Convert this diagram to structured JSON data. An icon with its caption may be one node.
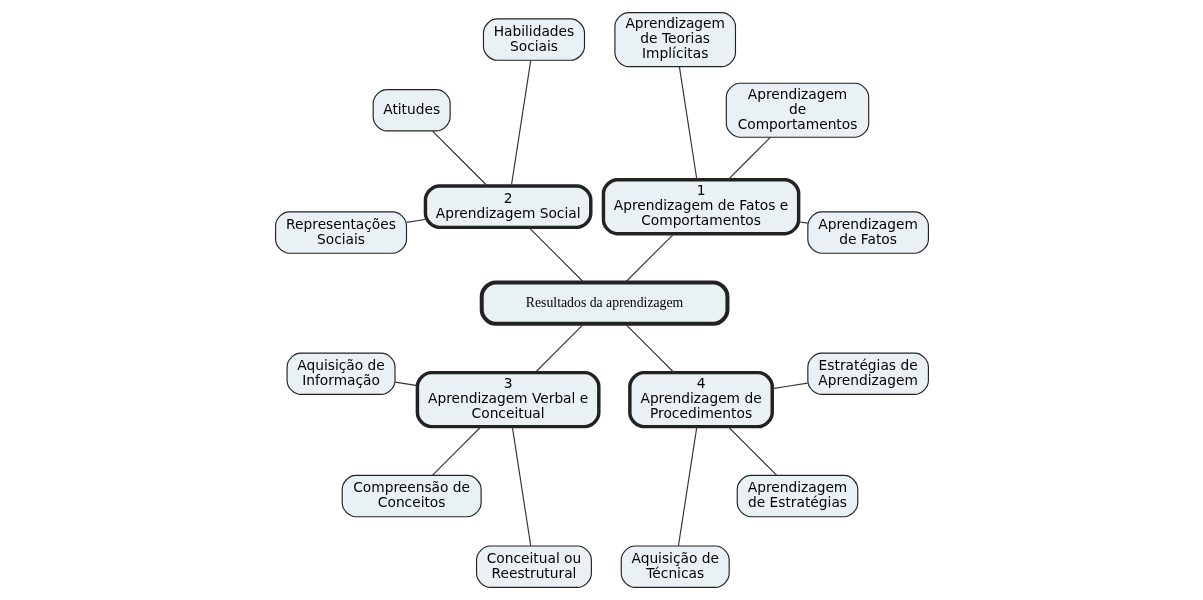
{
  "diagram": {
    "nodes": [
      {
        "text": [
          "Resultados da aprendizagem"
        ]
      },
      {
        "text": [
          "1",
          "Aprendizagem de Fatos e Comportamentos"
        ]
      },
      {
        "text": [
          "2",
          "Aprendizagem Social"
        ]
      },
      {
        "text": [
          "3",
          "Aprendizagem Verbal e Conceitual"
        ]
      },
      {
        "text": [
          "4",
          "Aprendizagem de Procedimentos"
        ]
      },
      {
        "text": [
          "Aprendizagem de Fatos"
        ]
      },
      {
        "text": [
          "Aprendizagem de Comportamentos"
        ]
      },
      {
        "text": [
          "Aprendizagem de Teorias Implícitas"
        ]
      },
      {
        "text": [
          "Habilidades Sociais"
        ]
      },
      {
        "text": [
          "Atitudes"
        ]
      },
      {
        "text": [
          "Representações Sociais"
        ]
      },
      {
        "text": [
          "Aquisição de Informação"
        ]
      },
      {
        "text": [
          "Compreensão de Conceitos"
        ]
      },
      {
        "text": [
          "Conceitual ou Reestrutural"
        ]
      },
      {
        "text": [
          "Aquisição de Técnicas"
        ]
      },
      {
        "text": [
          "Aprendizagem de Estratégias"
        ]
      },
      {
        "text": [
          "Estratégias de Aprendizagem"
        ]
      }
    ],
    "edges": [
      {
        "from": 0,
        "to": 1,
        "arrow": "none"
      },
      {
        "from": 0,
        "to": 2,
        "arrow": "none"
      },
      {
        "from": 0,
        "to": 3,
        "arrow": "none"
      },
      {
        "from": 0,
        "to": 4,
        "arrow": "none"
      },
      {
        "from": 1,
        "to": 5,
        "arrow": "none"
      },
      {
        "from": 1,
        "to": 6,
        "arrow": "none"
      },
      {
        "from": 1,
        "to": 7,
        "arrow": "none"
      },
      {
        "from": 2,
        "to": 8,
        "arrow": "none"
      },
      {
        "from": 2,
        "to": 9,
        "arrow": "none"
      },
      {
        "from": 2,
        "to": 10,
        "arrow": "none"
      },
      {
        "from": 3,
        "to": 11,
        "arrow": "none"
      },
      {
        "from": 3,
        "to": 12,
        "arrow": "none"
      },
      {
        "from": 3,
        "to": 13,
        "arrow": "none"
      },
      {
        "from": 4,
        "to": 14,
        "arrow": "none"
      },
      {
        "from": 4,
        "to": 15,
        "arrow": "none"
      },
      {
        "from": 4,
        "to": 16,
        "arrow": "none"
      }
    ]
  }
}
